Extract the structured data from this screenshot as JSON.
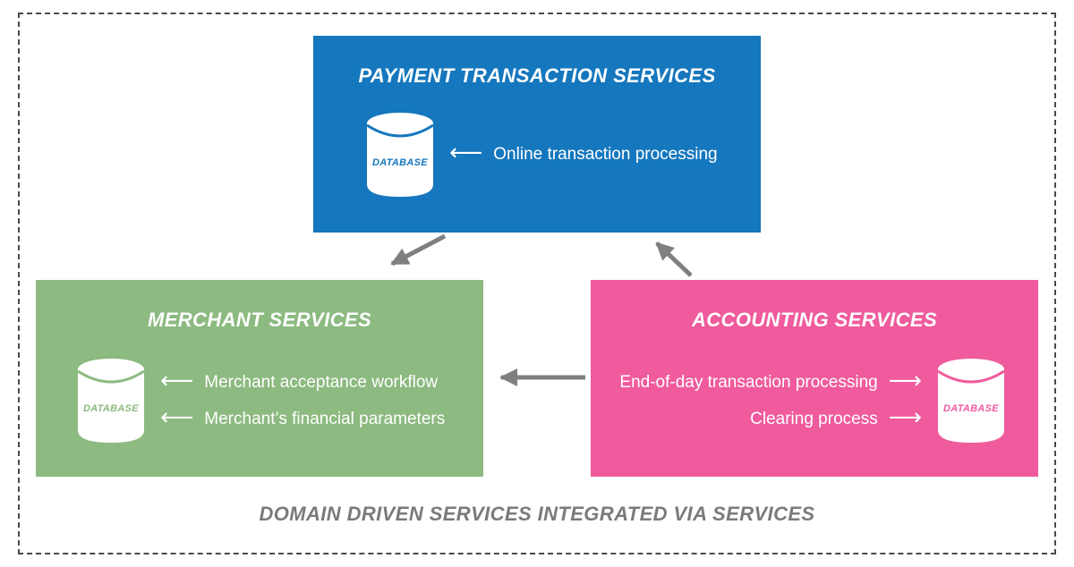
{
  "diagram": {
    "caption": "DOMAIN DRIVEN SERVICES INTEGRATED VIA SERVICES"
  },
  "icons": {
    "arrow_left": "⟵",
    "arrow_right": "⟶"
  },
  "colors": {
    "payment_blue": "#1577BD",
    "merchant_green": "#8CBA80",
    "accounting_pink": "#EF5B9C",
    "connector_gray": "#7F7F7F",
    "frame_border_gray": "#4A4A4A",
    "caption_gray": "#7A7A7A"
  },
  "boxes": {
    "payment": {
      "title": "PAYMENT TRANSACTION SERVICES",
      "database_label": "DATABASE",
      "annotations": [
        "Online transaction processing"
      ]
    },
    "merchant": {
      "title": "MERCHANT SERVICES",
      "database_label": "DATABASE",
      "annotations": [
        "Merchant acceptance workflow",
        "Merchant’s financial parameters"
      ]
    },
    "accounting": {
      "title": "ACCOUNTING SERVICES",
      "database_label": "DATABASE",
      "annotations": [
        "End-of-day transaction processing",
        "Clearing process"
      ]
    }
  }
}
